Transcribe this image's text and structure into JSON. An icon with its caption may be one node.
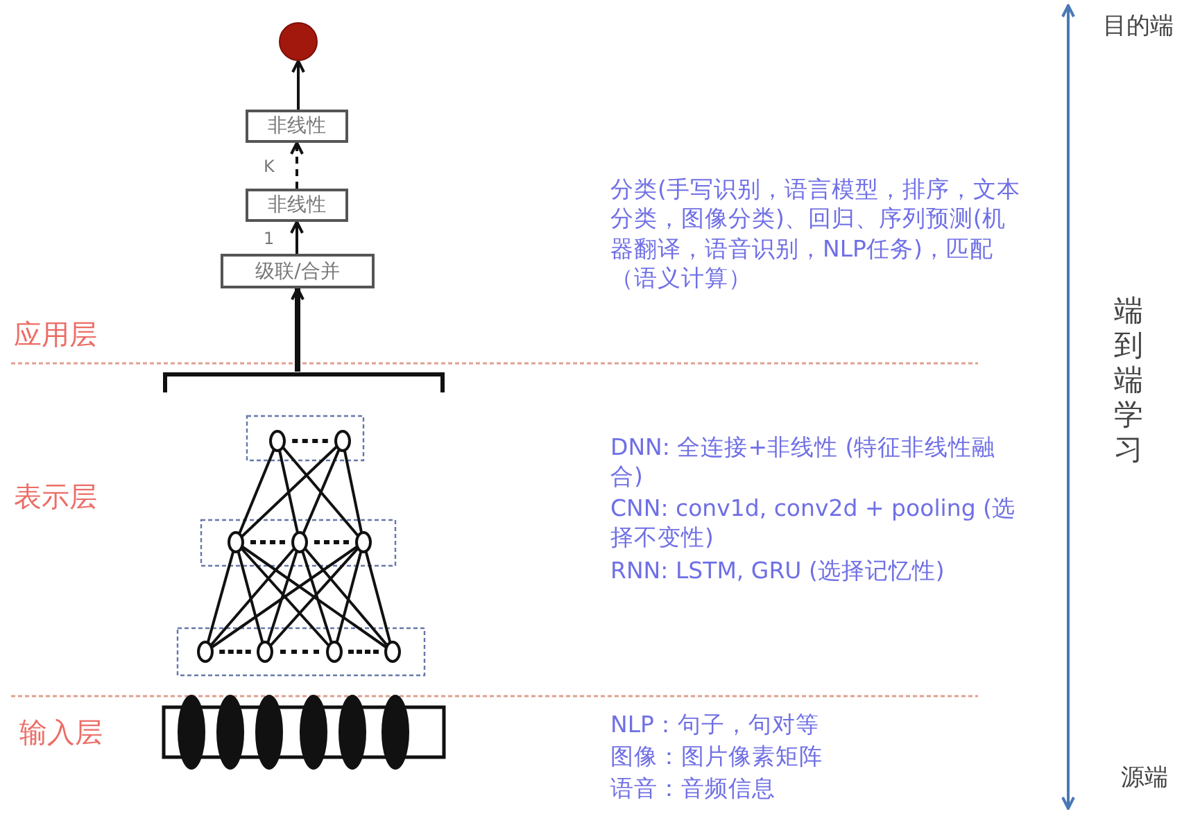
{
  "diagram": {
    "nodes": [
      {
        "text": [],
        "shape": "circle"
      },
      {
        "text": [
          "非线性"
        ]
      },
      {
        "text": [
          "非线性"
        ]
      },
      {
        "text": [
          "级联/合并"
        ]
      },
      {
        "text": [],
        "shape": "bar"
      }
    ],
    "edges": [
      {
        "from": 3,
        "to": 2,
        "arrow": "to",
        "label": "1"
      },
      {
        "from": 2,
        "to": 1,
        "arrow": "to",
        "label": "K",
        "style": "dashed"
      },
      {
        "from": 1,
        "to": 0,
        "arrow": "to"
      },
      {
        "from": 4,
        "to": 3,
        "arrow": "to",
        "style": "thick"
      }
    ],
    "labels": [
      "目的端",
      "分类(手写识别，语言模型，排序，文本分类，图像分类)、回归、序列预测(机器翻译，语音识别，NLP任务)，匹配（语义计算）",
      "应用层",
      "端到端学习",
      "DNN: 全连接+非线性 (特征非线性融合)",
      "表示层",
      "CNN: conv1d, conv2d + pooling (选择不变性)",
      "RNN: LSTM, GRU (选择记忆性)",
      "输入层",
      "NLP：句子，句对等",
      "图像：图片像素矩阵",
      "语音：音频信息",
      "源端"
    ]
  }
}
